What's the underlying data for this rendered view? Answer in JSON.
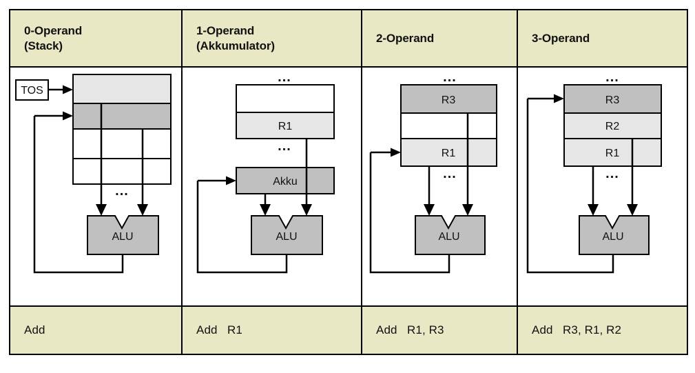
{
  "figure": {
    "title_present": false,
    "background": "#ffffff",
    "header_bg": "#e8e8c4",
    "footer_bg": "#e8e8c4",
    "colors": {
      "dark_gray": "#c0c0c0",
      "light_gray": "#e6e6e6",
      "white": "#ffffff",
      "border": "#000000",
      "pale_yellow": "#e8e8c4"
    }
  },
  "columns": [
    {
      "header": "0-Operand\n(Stack)",
      "instruction": "Add",
      "pointer_label": "TOS",
      "alu_label": "ALU",
      "ellipsis": "...",
      "cells": [
        {
          "label": "",
          "fill": "light_gray"
        },
        {
          "label": "",
          "fill": "dark_gray"
        },
        {
          "label": "",
          "fill": "white"
        },
        {
          "label": "",
          "fill": "white"
        }
      ]
    },
    {
      "header": "1-Operand\n(Akkumulator)",
      "instruction": "Add   R1",
      "pointer_label": "",
      "alu_label": "ALU",
      "ellipsis": "...",
      "accumulator_label": "Akku",
      "cells": [
        {
          "label": "",
          "fill": "white"
        },
        {
          "label": "R1",
          "fill": "light_gray"
        }
      ]
    },
    {
      "header": "2-Operand",
      "instruction": "Add   R1, R3",
      "pointer_label": "",
      "alu_label": "ALU",
      "ellipsis": "...",
      "cells": [
        {
          "label": "R3",
          "fill": "dark_gray"
        },
        {
          "label": "",
          "fill": "white"
        },
        {
          "label": "R1",
          "fill": "light_gray"
        }
      ]
    },
    {
      "header": "3-Operand",
      "instruction": "Add   R3, R1, R2",
      "pointer_label": "",
      "alu_label": "ALU",
      "ellipsis": "...",
      "cells": [
        {
          "label": "R3",
          "fill": "dark_gray"
        },
        {
          "label": "R2",
          "fill": "light_gray"
        },
        {
          "label": "R1",
          "fill": "light_gray"
        }
      ]
    }
  ]
}
